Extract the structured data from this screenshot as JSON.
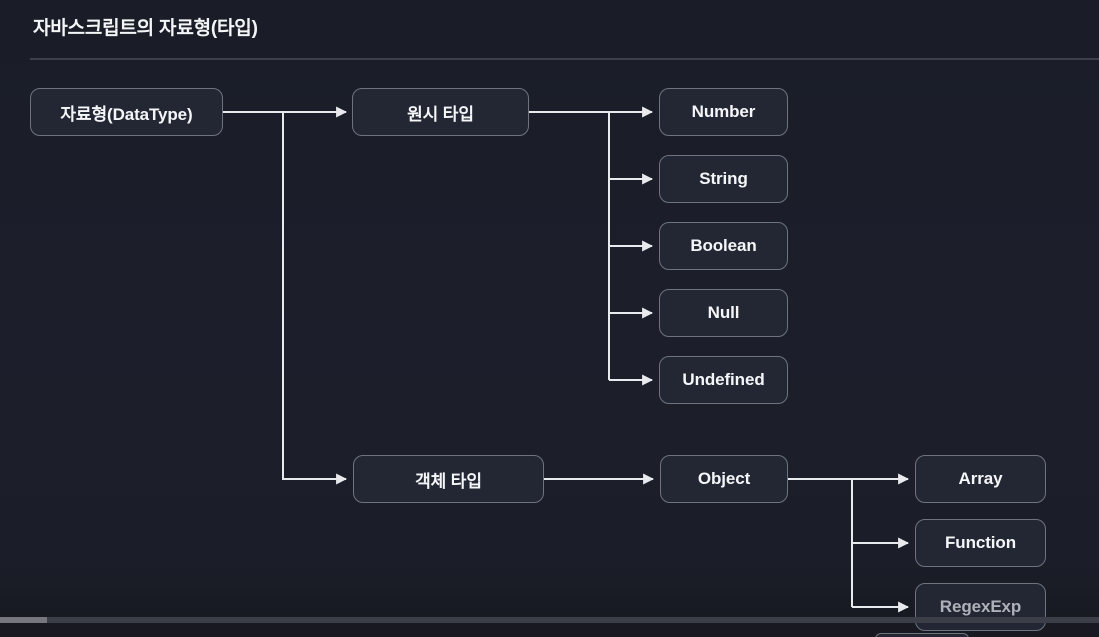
{
  "page": {
    "title": "자바스크립트의 자료형(타입)"
  },
  "diagram": {
    "nodes": {
      "root": "자료형(DataType)",
      "primitive": "원시 타입",
      "number": "Number",
      "string": "String",
      "boolean": "Boolean",
      "null": "Null",
      "undefined": "Undefined",
      "object_type": "객체 타입",
      "object": "Object",
      "array": "Array",
      "function": "Function",
      "regexexp": "RegexExp"
    },
    "edges": [
      {
        "from": "자료형(DataType)",
        "to": "원시 타입"
      },
      {
        "from": "자료형(DataType)",
        "to": "객체 타입"
      },
      {
        "from": "원시 타입",
        "to": "Number"
      },
      {
        "from": "원시 타입",
        "to": "String"
      },
      {
        "from": "원시 타입",
        "to": "Boolean"
      },
      {
        "from": "원시 타입",
        "to": "Null"
      },
      {
        "from": "원시 타입",
        "to": "Undefined"
      },
      {
        "from": "객체 타입",
        "to": "Object"
      },
      {
        "from": "Object",
        "to": "Array"
      },
      {
        "from": "Object",
        "to": "Function"
      },
      {
        "from": "Object",
        "to": "RegexExp"
      }
    ]
  },
  "colors": {
    "background": "#1c1f2b",
    "node_fill": "#232734",
    "node_border": "#6e7380",
    "connector": "#e9eaee",
    "title_text": "#f4f5f7",
    "divider": "#3c404b",
    "scrollbar_track": "#3d3f48",
    "scrollbar_thumb": "#77787f"
  }
}
